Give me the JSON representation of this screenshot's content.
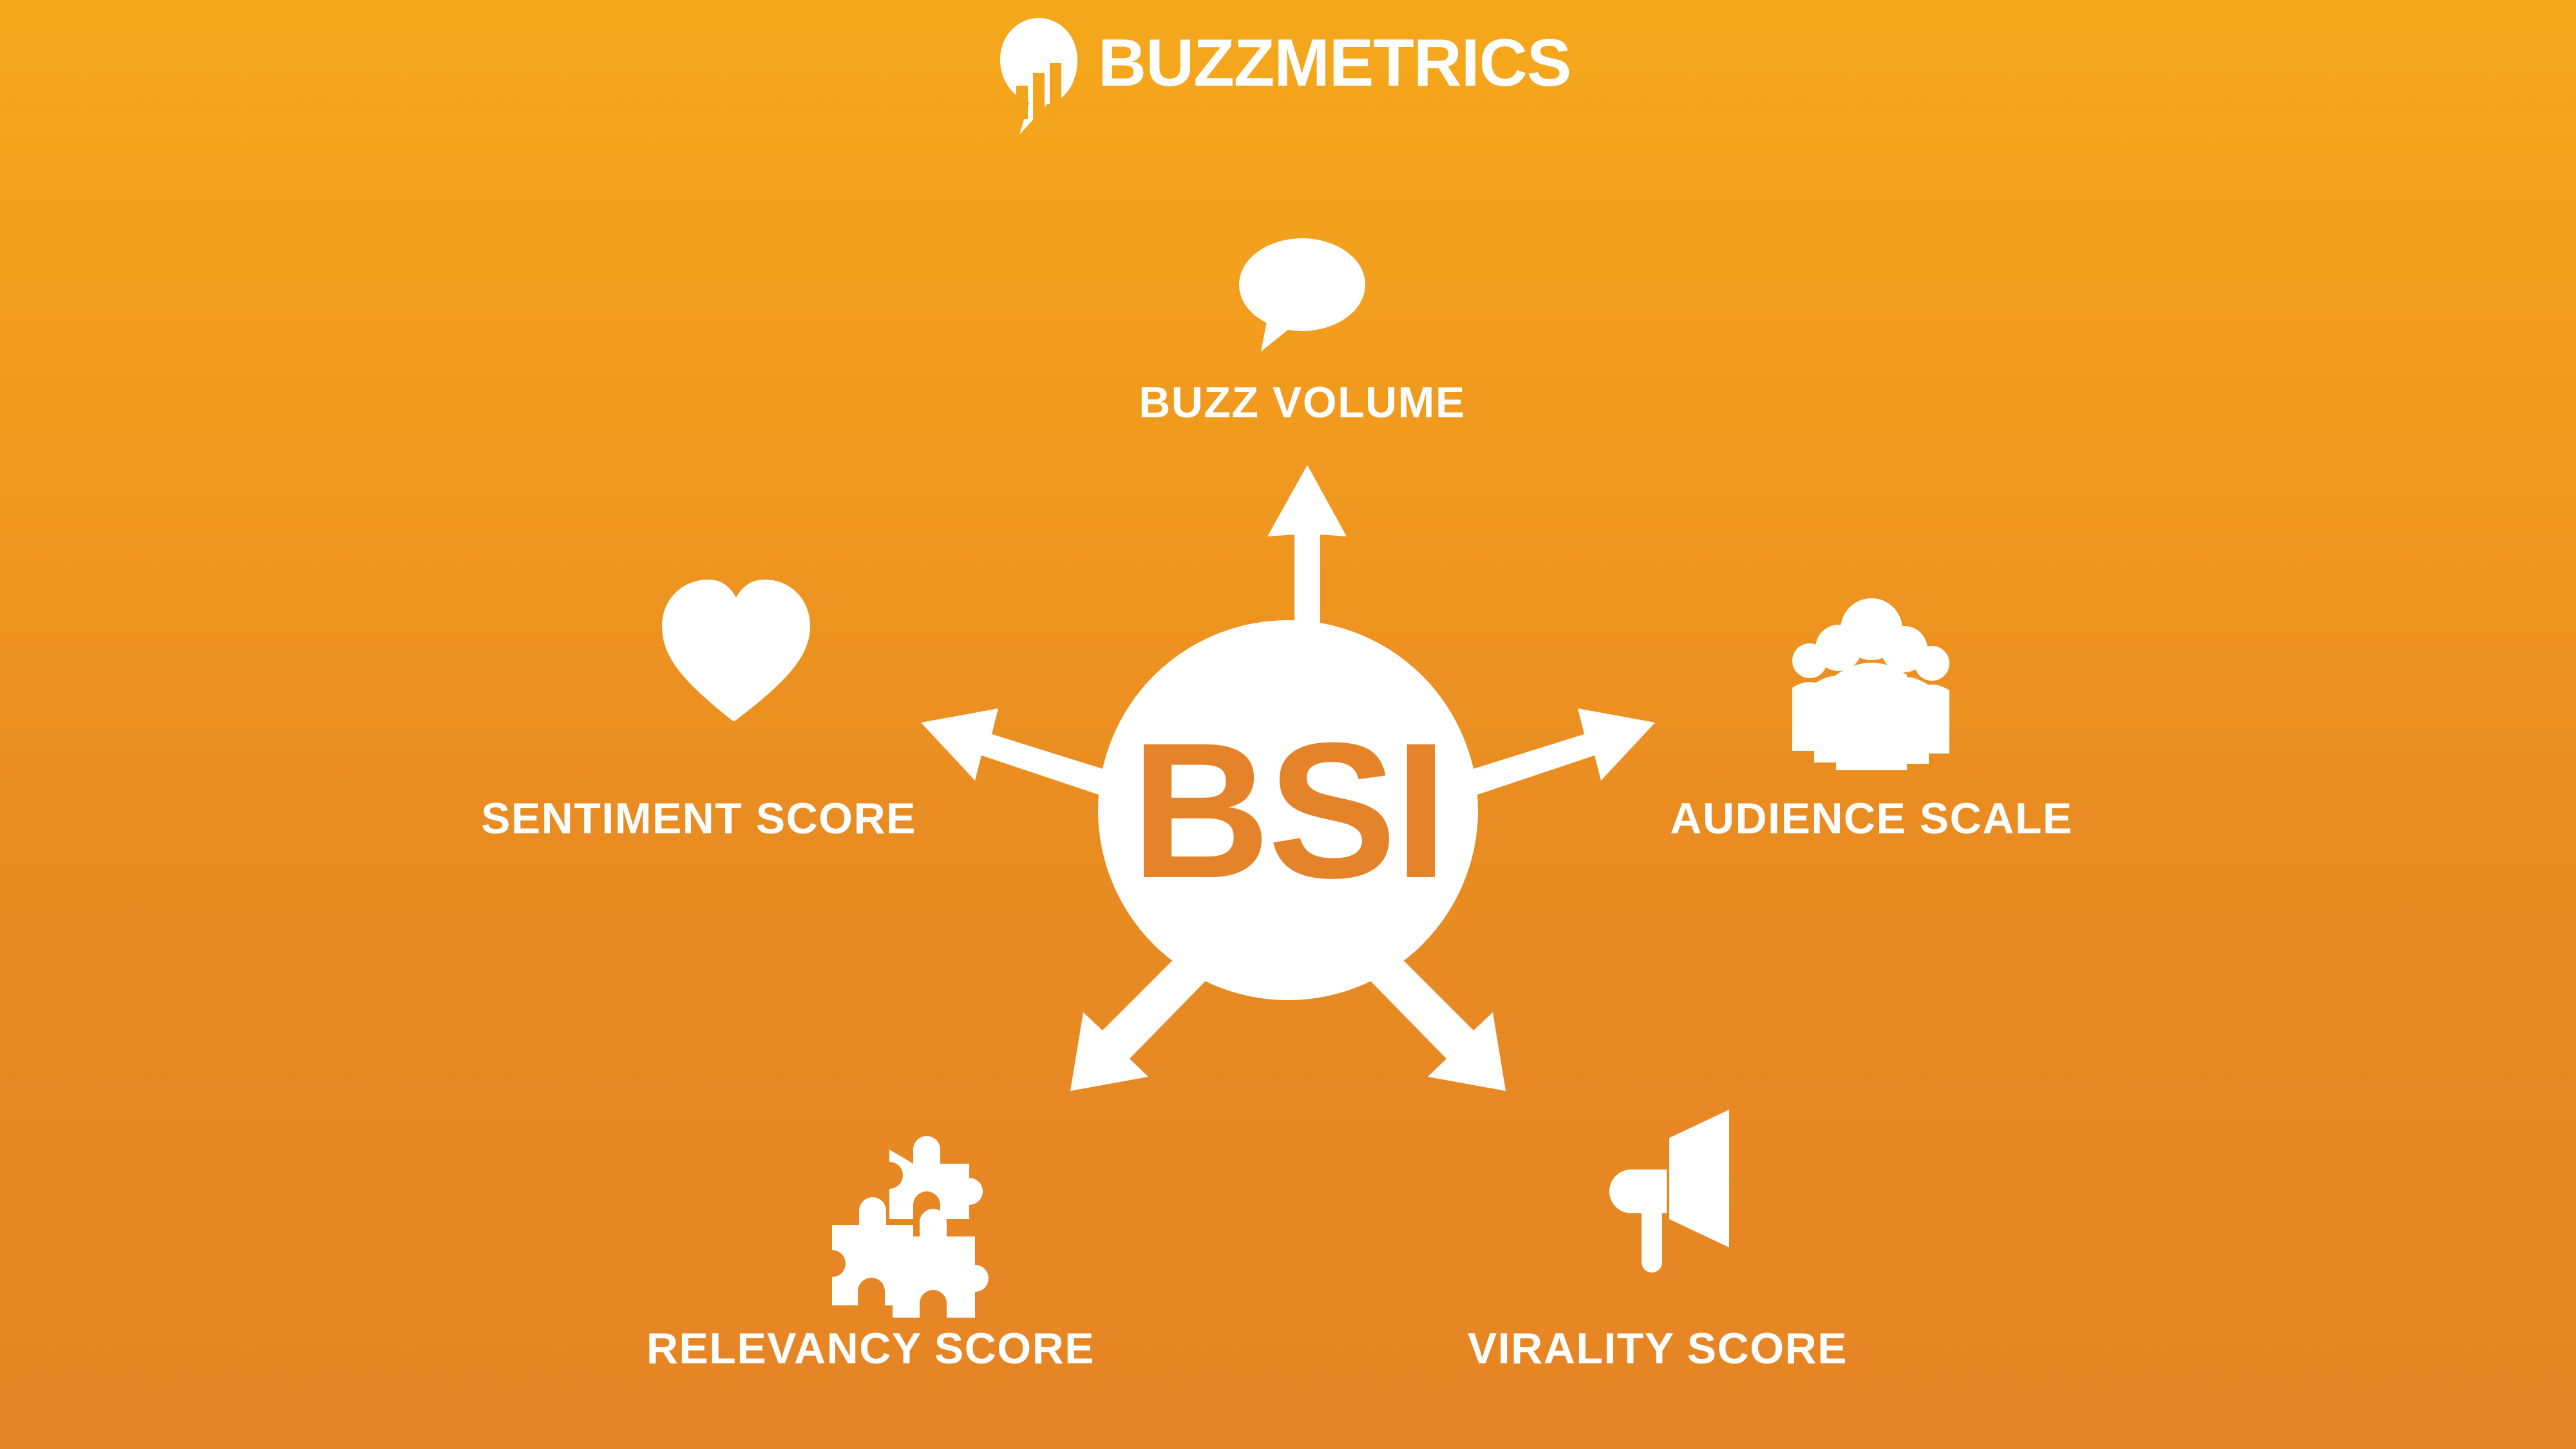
{
  "brand": {
    "name": "BUZZMETRICS",
    "logo_icon": "speech-bubble-bar-chart-icon"
  },
  "hub": {
    "label": "BSI",
    "shape": "circle",
    "text_color": "#E5832A",
    "fill_color": "#FFFFFF"
  },
  "theme": {
    "background_top": "#F5A81C",
    "background_bottom": "#E58425",
    "foreground": "#FFFFFF",
    "accent": "#E5832A"
  },
  "diagram": {
    "type": "radial-hub-and-spoke",
    "spoke_count": 5,
    "arrow_color": "#FFFFFF"
  },
  "nodes": [
    {
      "id": "buzz-volume",
      "label": "BUZZ VOLUME",
      "icon": "speech-bubble-icon",
      "angle_deg": 90,
      "position": "top"
    },
    {
      "id": "audience-scale",
      "label": "AUDIENCE SCALE",
      "icon": "people-group-icon",
      "angle_deg": 18,
      "position": "right"
    },
    {
      "id": "virality-score",
      "label": "VIRALITY SCORE",
      "icon": "megaphone-icon",
      "angle_deg": -54,
      "position": "bottom-right"
    },
    {
      "id": "relevancy-score",
      "label": "RELEVANCY SCORE",
      "icon": "puzzle-pieces-icon",
      "angle_deg": -126,
      "position": "bottom-left"
    },
    {
      "id": "sentiment-score",
      "label": "SENTIMENT SCORE",
      "icon": "heart-icon",
      "angle_deg": 162,
      "position": "left"
    }
  ]
}
